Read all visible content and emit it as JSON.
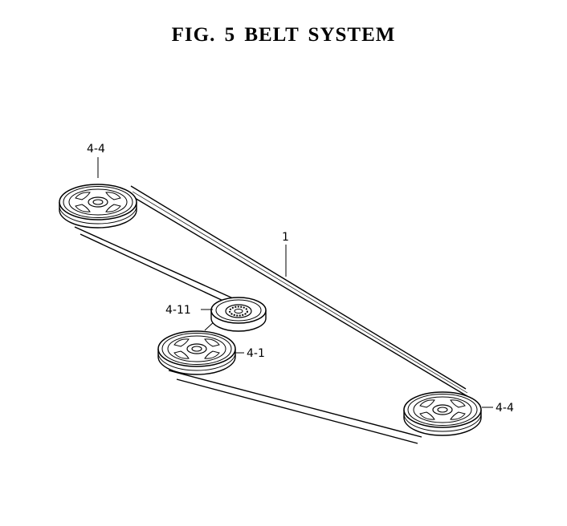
{
  "title": "FIG. 5  BELT SYSTEM",
  "labels": {
    "top_left_pulley": "4-4",
    "belt": "1",
    "idler_pulley": "4-11",
    "drive_pulley": "4-1",
    "right_pulley": "4-4"
  }
}
